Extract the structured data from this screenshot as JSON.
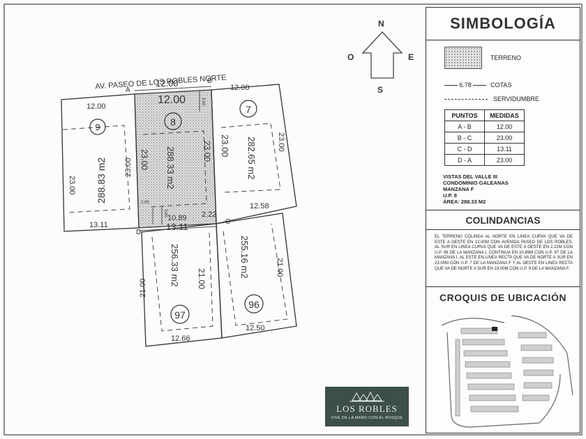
{
  "street": "AV. PASEO DE LOS ROBLES NORTE",
  "compass": {
    "n": "N",
    "s": "S",
    "e": "E",
    "w": "O"
  },
  "vertices": {
    "a": "A",
    "b": "B",
    "c": "C",
    "d": "D"
  },
  "lots": {
    "lot9": {
      "number": "9",
      "area": "288.83 m2",
      "top": "12.00",
      "bottom": "13.11",
      "left": "23.00",
      "right": "23.00"
    },
    "lot8": {
      "number": "8",
      "area": "288.33 m2",
      "top_outer": "12.00",
      "top_inner": "12.00",
      "bottom_outer": "13.11",
      "bottom_inner": "10.89",
      "left": "23.00",
      "right": "23.00",
      "corner_ne": "3.00",
      "corner_sw": "2.05",
      "corner_sw2": "3.00",
      "bottom_right": "2.22"
    },
    "lot7": {
      "number": "7",
      "area": "282.65 m2",
      "top": "12.00",
      "bottom": "12.58",
      "left": "23.00",
      "right": "23.00"
    },
    "lot97": {
      "number": "97",
      "area": "256.33 m2",
      "bottom": "12.66",
      "left": "21.00",
      "right": "21.00"
    },
    "lot96": {
      "number": "96",
      "area": "255.16 m2",
      "bottom": "12.50",
      "right": "21.00"
    }
  },
  "legend": {
    "title": "SIMBOLOGÍA",
    "terreno": "TERRENO",
    "cota_value": "6.78",
    "cotas": "COTAS",
    "servidumbre": "SERVIDUMBRE",
    "table": {
      "headers": [
        "PUNTOS",
        "MEDIDAS"
      ],
      "rows": [
        {
          "punto": "A - B",
          "medida": "12.00"
        },
        {
          "punto": "B - C",
          "medida": "23.00"
        },
        {
          "punto": "C - D",
          "medida": "13.11"
        },
        {
          "punto": "D - A",
          "medida": "23.00"
        }
      ]
    },
    "info": {
      "line1": "VISTAS DEL VALLE III",
      "line2": "CONDOMINIO GALEANAS",
      "line3": "MANZANA F",
      "line4": "U.P. 8",
      "line5": "ÁREA:  288.33 M2"
    },
    "colindancias_title": "COLINDANCIAS",
    "colindancias_text": "EL TERRENO COLINDA AL NORTE EN LINEA CURVA QUE VA DE ESTE A OESTE EN 12.00M CON AVENIDA PASEO DE LOS ROBLES, AL SUR EN LINEA CURVA QUE VA DE ESTE A OESTE EN 2.22M CON U.P. 96 DE LA MANZANA I, CONTINUA EN 10.89M CON U.P. 97 DE LA MANZANA I, AL ESTE EN LINEA RECTA QUE VA DE NORTE A SUR EN 23.00M CON U.P. 7 DE LA MANZANA F Y AL OESTE EN LINEA RECTA QUE VA DE NORTE A SUR EN 23.00M CON U.P. 9 DE LA MANZANA F.",
    "croquis_title": "CROQUIS DE UBICACIÓN"
  },
  "logo": {
    "name": "LOS ROBLES",
    "tagline": "VIVE DE LA MANO CON EL BOSQUE"
  },
  "colors": {
    "line": "#333333",
    "terrain_fill": "#d9d9d9",
    "logo_bg": "#3d4f4a"
  }
}
